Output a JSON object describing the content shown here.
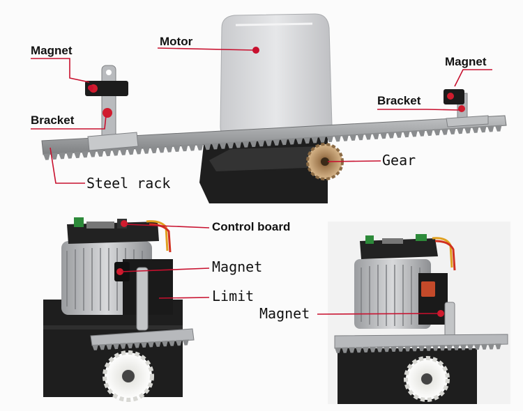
{
  "labels": {
    "motor": "Motor",
    "magnet_left": "Magnet",
    "bracket_left": "Bracket",
    "magnet_right": "Magnet",
    "bracket_right": "Bracket",
    "gear": "Gear",
    "steel_rack": "Steel rack",
    "control_board": "Control board",
    "magnet_mid": "Magnet",
    "limit": "Limit",
    "magnet_bottom_right": "Magnet"
  },
  "colors": {
    "leader": "#c8102e",
    "motor_cover": "#d9dadc",
    "housing": "#1d1d1d",
    "rack": "#8e9092",
    "gear": "#c9a57a"
  }
}
